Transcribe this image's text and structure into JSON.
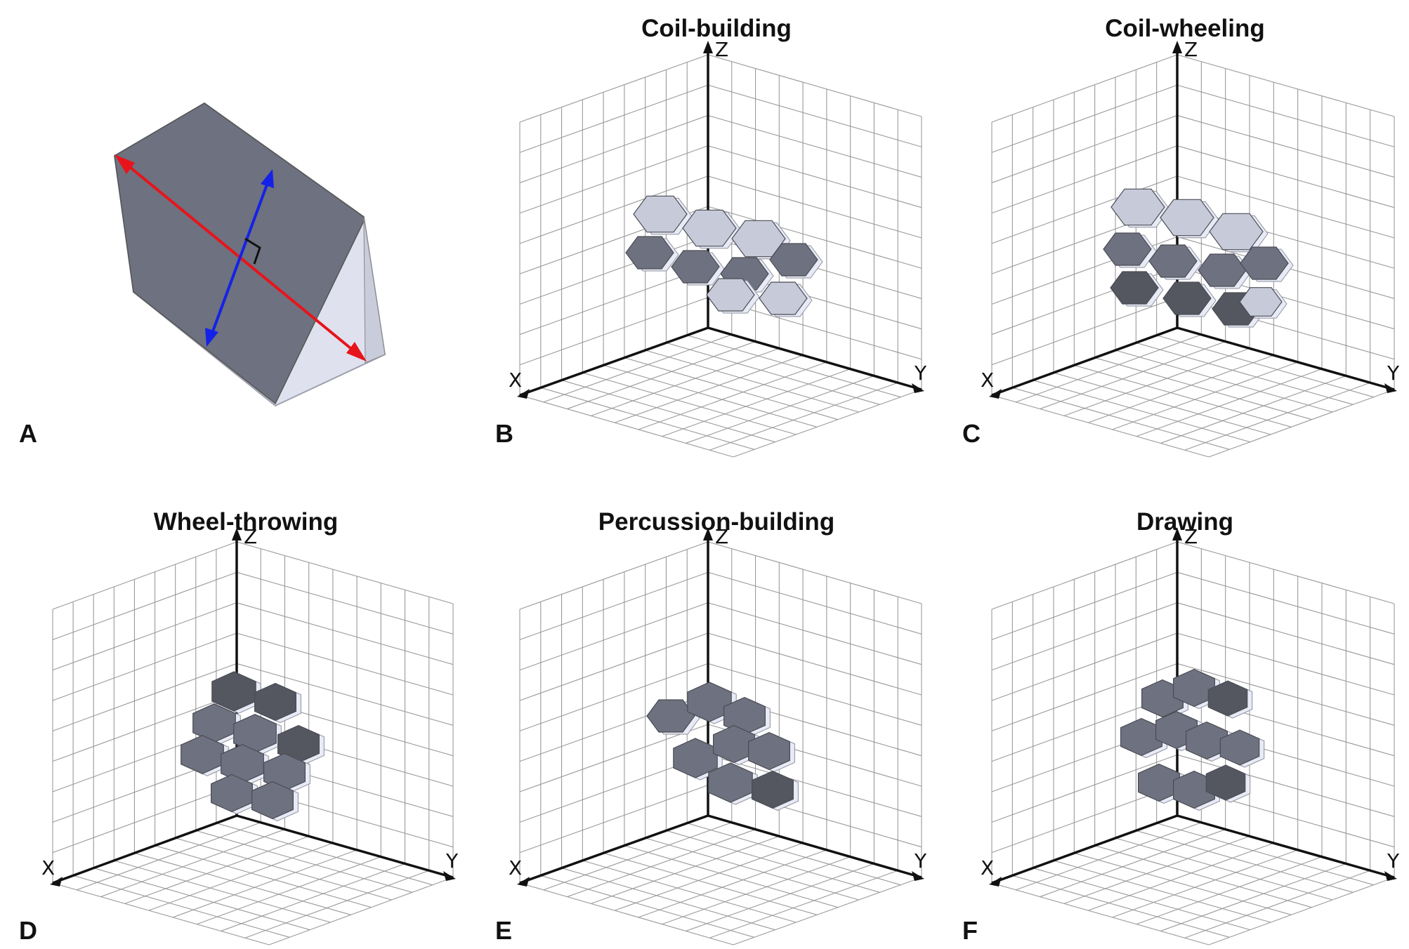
{
  "figure": {
    "panels": [
      {
        "id": "A",
        "label": "A",
        "title": ""
      },
      {
        "id": "B",
        "label": "B",
        "title": "Coil-building"
      },
      {
        "id": "C",
        "label": "C",
        "title": "Coil-wheeling"
      },
      {
        "id": "D",
        "label": "D",
        "title": "Wheel-throwing"
      },
      {
        "id": "E",
        "label": "E",
        "title": "Percussion-building"
      },
      {
        "id": "F",
        "label": "F",
        "title": "Drawing"
      }
    ],
    "axis_labels": {
      "x": "X",
      "y": "Y",
      "z": "Z"
    },
    "colors": {
      "hex_face": "#6e717f",
      "hex_face_light": "#c7cad8",
      "hex_face_dark": "#545660",
      "hex_edge": "#e8ebf5",
      "red_arrow": "#e8141c",
      "blue_arrow": "#1422e8",
      "grid": "#9a9a9a",
      "axis": "#111111"
    }
  }
}
